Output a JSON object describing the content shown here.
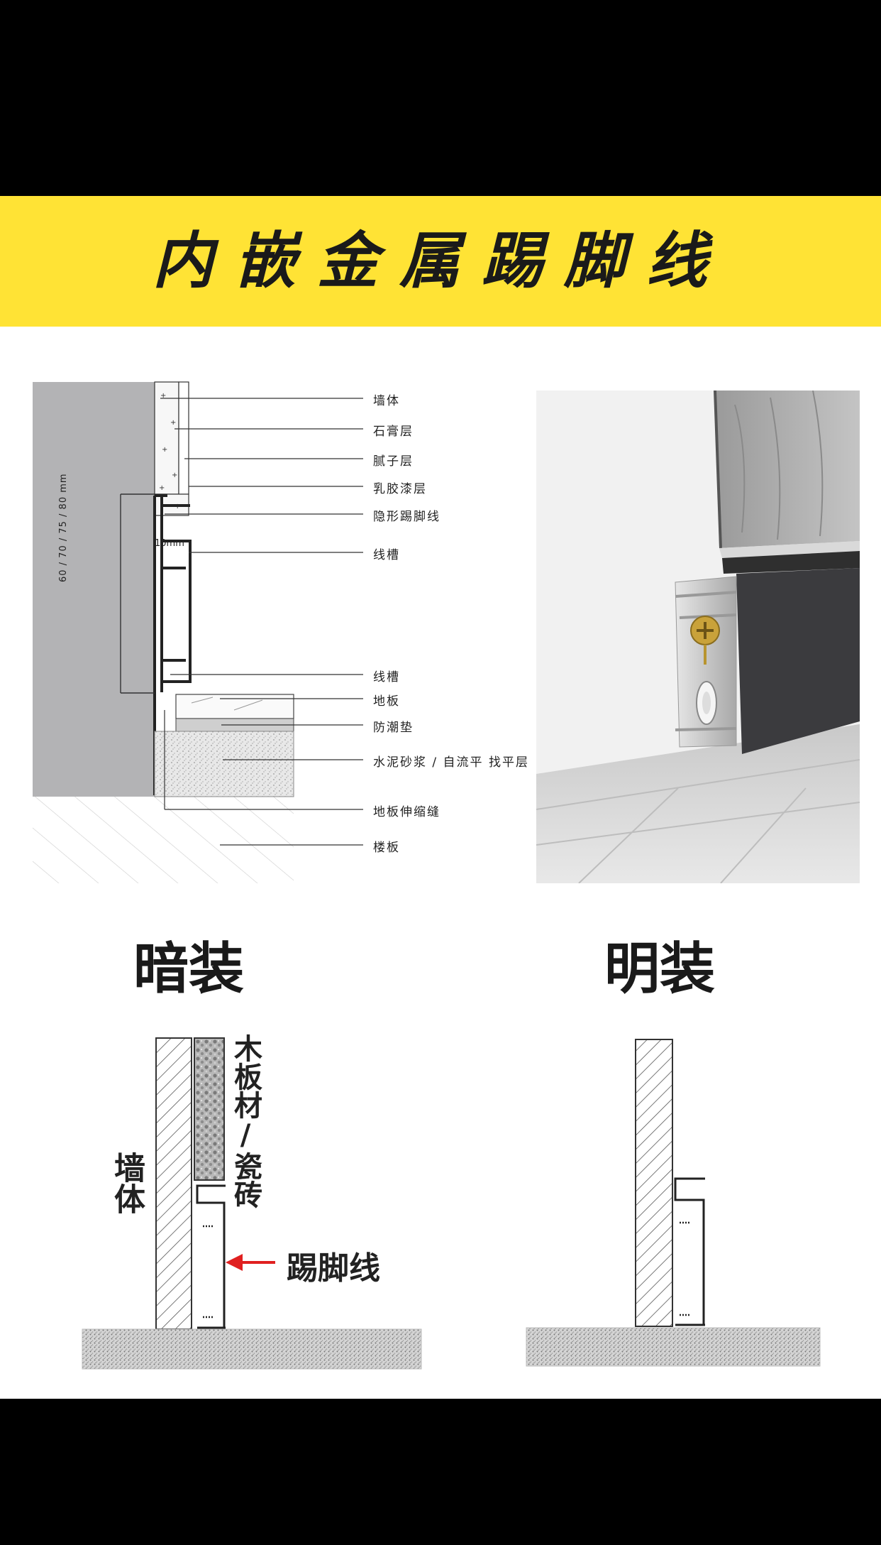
{
  "title": "内嵌金属踢脚线",
  "section_diagram": {
    "dimension_label": "60 / 70 / 75 / 80 mm",
    "gap_label": "10mm",
    "labels": [
      "墙体",
      "石膏层",
      "腻子层",
      "乳胶漆层",
      "隐形踢脚线",
      "线槽",
      "线槽",
      "地板",
      "防潮垫",
      "水泥砂浆 / 自流平 找平层",
      "地板伸缩缝",
      "楼板"
    ]
  },
  "hidden_install": {
    "heading": "暗装",
    "wall_label": "墙体",
    "panel_label": "木板材/瓷砖",
    "skirting_label": "踢脚线"
  },
  "exposed_install": {
    "heading": "明装"
  },
  "colors": {
    "banner": "#ffe335",
    "arrow": "#e02020",
    "wall_gray": "#b3b3b5",
    "skirting_dark": "#3b3b3e"
  }
}
